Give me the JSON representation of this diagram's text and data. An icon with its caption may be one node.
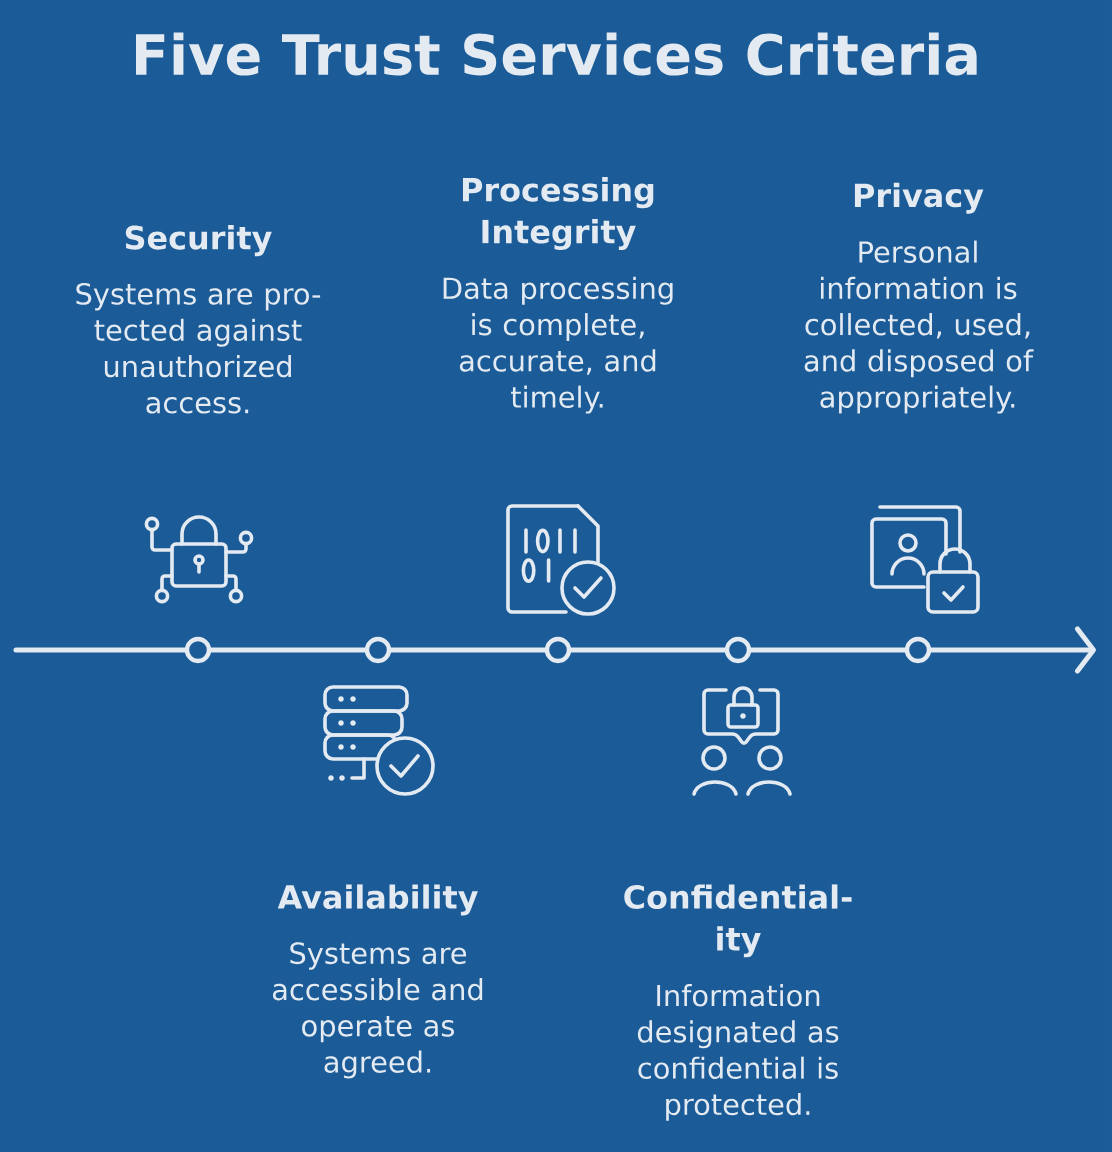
{
  "diagram": {
    "title": "Five Trust Services Criteria",
    "nodes": [
      {
        "text": [],
        "shape": "circle",
        "beside": [
          "Security",
          "Systems are pro- tected against unauthorized access."
        ]
      },
      {
        "text": [],
        "shape": "circle",
        "beside": [
          "Availability",
          "Systems are accessible and operate as agreed."
        ]
      },
      {
        "text": [],
        "shape": "circle",
        "beside": [
          "Processing Integrity",
          "Data processing is complete, accurate, and timely."
        ]
      },
      {
        "text": [],
        "shape": "circle",
        "beside": [
          "Confidential- ity",
          "Information designated as confidential is protected."
        ]
      },
      {
        "text": [],
        "shape": "circle",
        "beside": [
          "Privacy",
          "Personal information is collected, used, and disposed of appropriately."
        ]
      }
    ],
    "edges": [
      {
        "from": null,
        "to": 0,
        "arrow": "none"
      },
      {
        "from": 0,
        "to": 1,
        "arrow": "none"
      },
      {
        "from": 1,
        "to": 2,
        "arrow": "none"
      },
      {
        "from": 2,
        "to": 3,
        "arrow": "none"
      },
      {
        "from": 3,
        "to": 4,
        "arrow": "none"
      },
      {
        "from": 4,
        "to": null,
        "arrow": "to"
      }
    ]
  }
}
